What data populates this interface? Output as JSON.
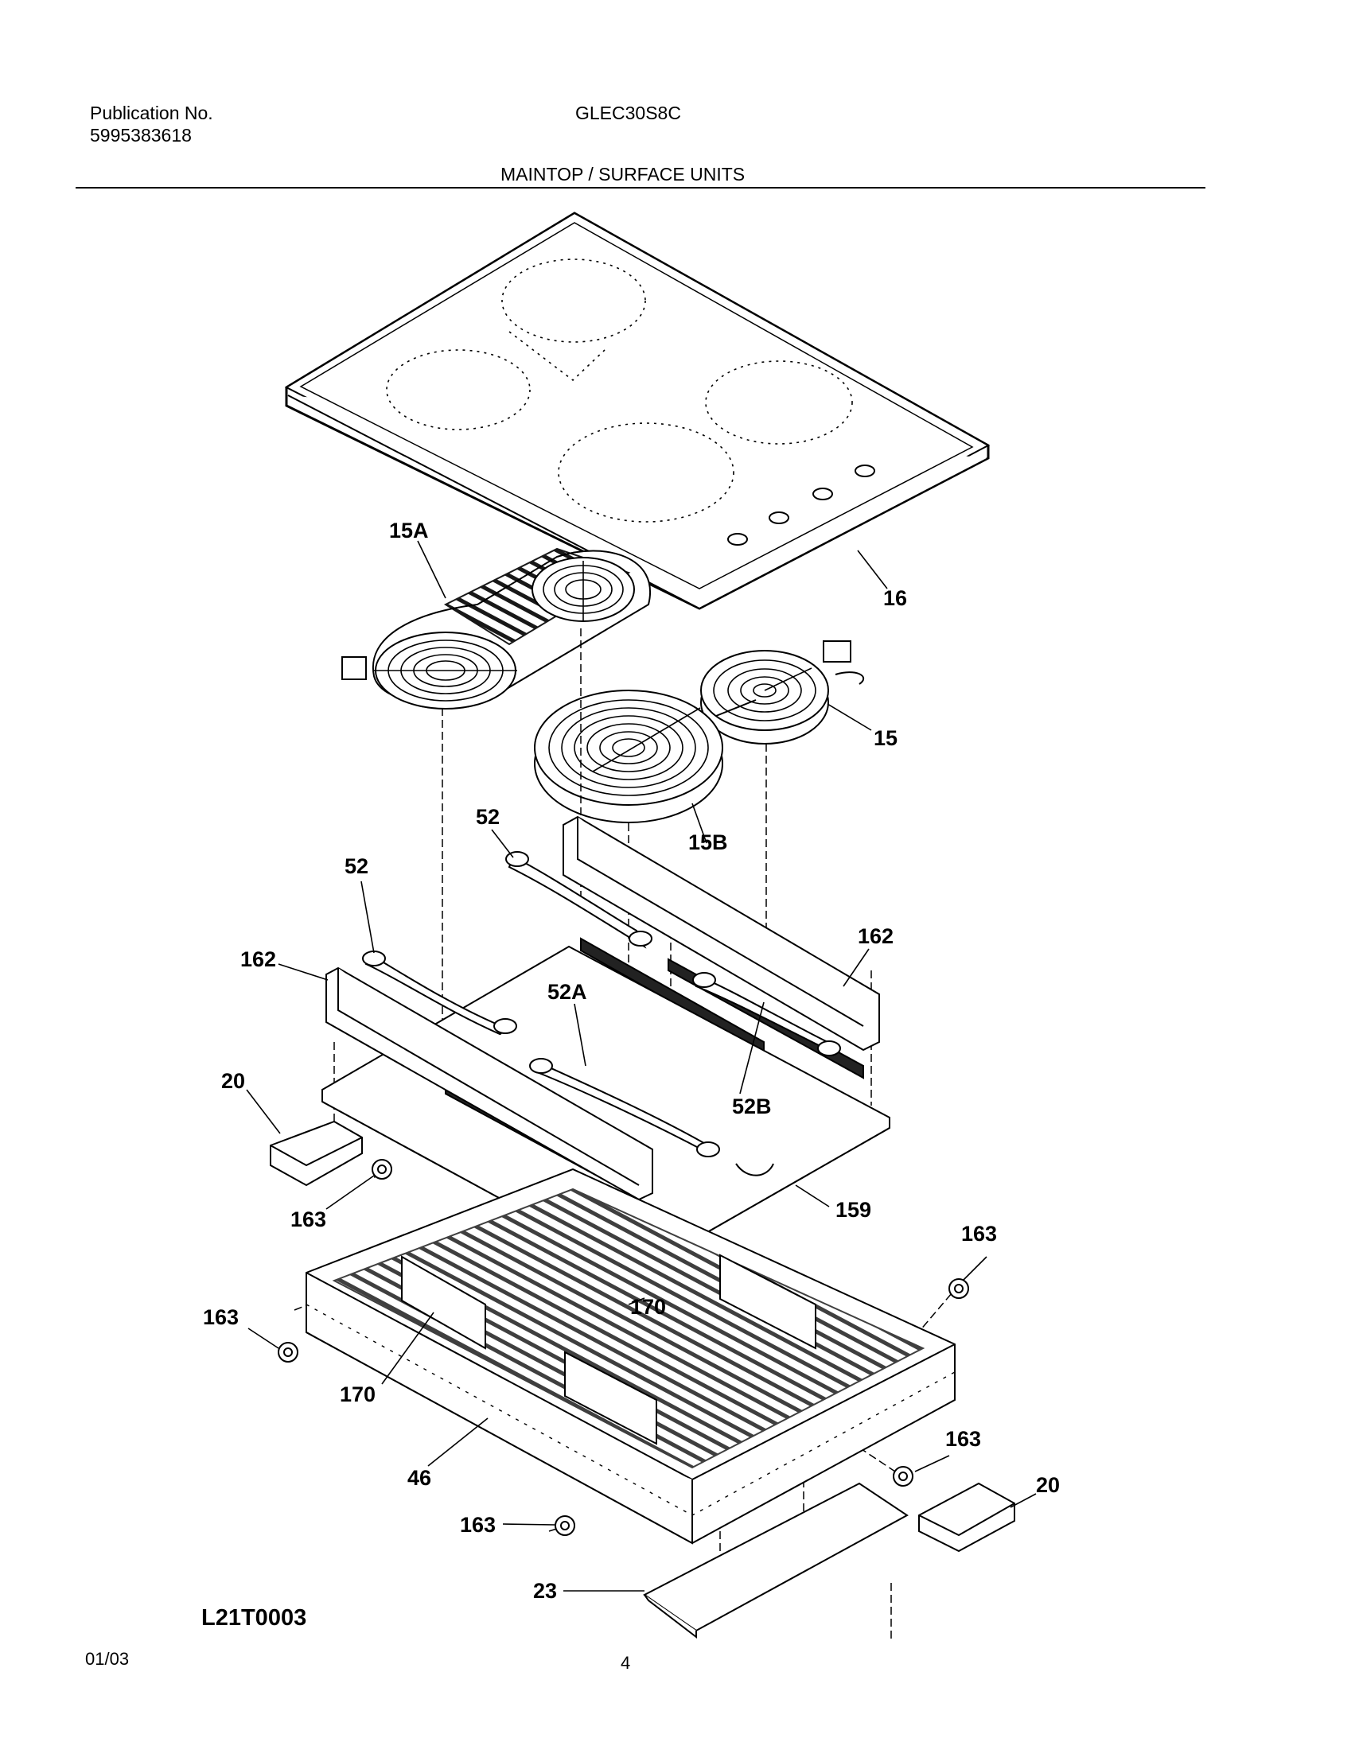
{
  "header": {
    "publication_label": "Publication No.",
    "publication_number": "5995383618",
    "model": "GLEC30S8C",
    "section_title": "MAINTOP / SURFACE UNITS"
  },
  "callouts": {
    "c16": "16",
    "c15A": "15A",
    "c15": "15",
    "c15B": "15B",
    "c52a": "52",
    "c52b": "52",
    "c162a": "162",
    "c162b": "162",
    "c52A": "52A",
    "c52B": "52B",
    "c20a": "20",
    "c163a": "163",
    "c159": "159",
    "c163b": "163",
    "c163c": "163",
    "c170a": "170",
    "c170b": "170",
    "c46": "46",
    "c163d": "163",
    "c163e": "163",
    "c20b": "20",
    "c23": "23"
  },
  "diagram_code": "L21T0003",
  "footer": {
    "date": "01/03",
    "page": "4"
  }
}
